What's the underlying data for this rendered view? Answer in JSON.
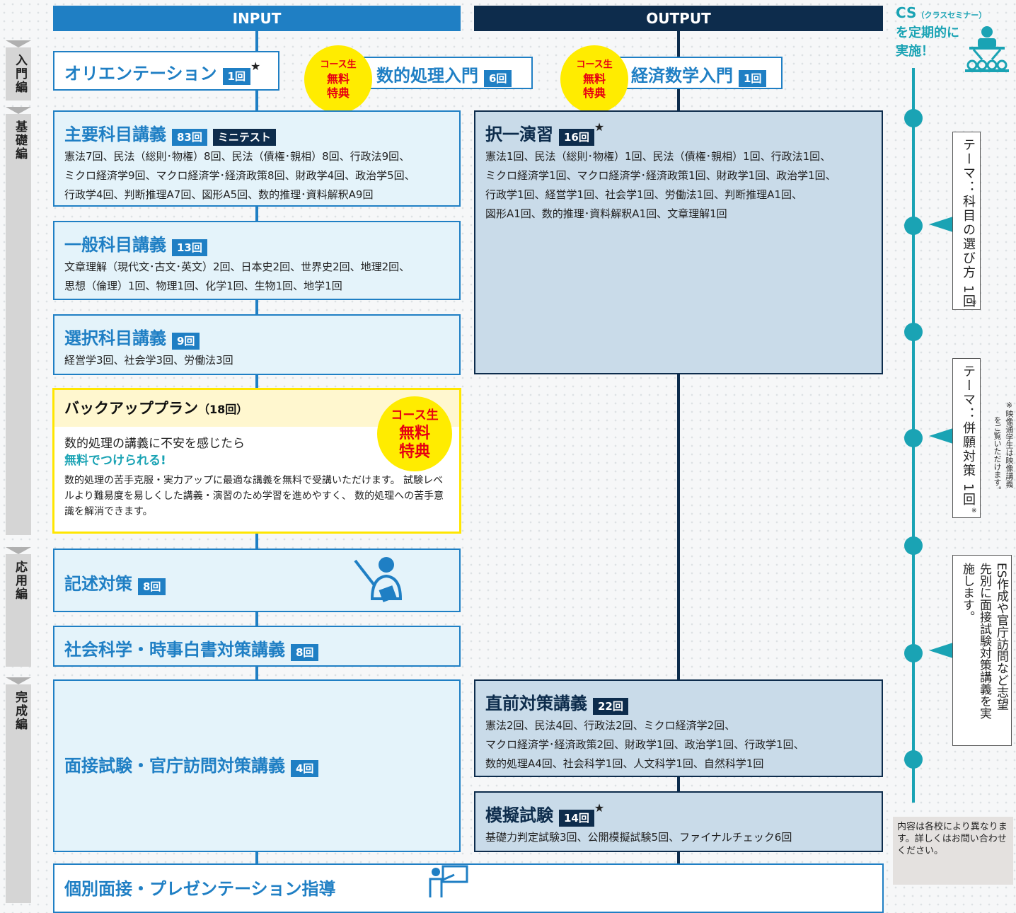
{
  "headers": {
    "input": "INPUT",
    "output": "OUTPUT"
  },
  "cs": {
    "title": "CS",
    "subtitle": "（クラスセミナー）",
    "line1": "を定期的に",
    "line2": "実施！"
  },
  "stages": [
    "入門編",
    "基礎編",
    "応用編",
    "完成編"
  ],
  "perk": {
    "line1": "コース生",
    "line2": "無料",
    "line3": "特典"
  },
  "orientation": {
    "title": "オリエンテーション",
    "count": "1回",
    "star": "★"
  },
  "math_intro": {
    "title": "数的処理入門",
    "count": "6回"
  },
  "econ_intro": {
    "title": "経済数学入門",
    "count": "1回"
  },
  "main_lecture": {
    "title": "主要科目講義",
    "count": "83回",
    "tag": "ミニテスト",
    "lines": [
      "憲法7回、民法（総則･物権）8回、民法（債権･親相）8回、行政法9回、",
      "ミクロ経済学9回、マクロ経済学･経済政策8回、財政学4回、政治学5回、",
      "行政学4回、判断推理A7回、図形A5回、数的推理･資料解釈A9回"
    ]
  },
  "general_lecture": {
    "title": "一般科目講義",
    "count": "13回",
    "lines": [
      "文章理解（現代文･古文･英文）2回、日本史2回、世界史2回、地理2回、",
      "思想（倫理）1回、物理1回、化学1回、生物1回、地学1回"
    ]
  },
  "elective_lecture": {
    "title": "選択科目講義",
    "count": "9回",
    "lines": [
      "経営学3回、社会学3回、労働法3回"
    ]
  },
  "backup": {
    "title": "バックアッププラン",
    "count": "（18回）",
    "lead": "数的処理の講義に不安を感じたら",
    "highlight": "無料でつけられる!",
    "body": "数的処理の苦手克服・実力アップに最適な講義を無料で受講いただけます。 試験レベルより難易度を易しくした講義・演習のため学習を進めやすく、 数的処理への苦手意識を解消できます。"
  },
  "essay": {
    "title": "記述対策",
    "count": "8回"
  },
  "social": {
    "title": "社会科学・時事白書対策講義",
    "count": "8回"
  },
  "interview": {
    "title": "面接試験・官庁訪問対策講義",
    "count": "4回"
  },
  "individual": {
    "title": "個別面接・プレゼンテーション指導"
  },
  "choice_practice": {
    "title": "択一演習",
    "count": "16回",
    "star": "★",
    "lines": [
      "憲法1回、民法（総則･物権）1回、民法（債権･親相）1回、行政法1回、",
      "ミクロ経済学1回、マクロ経済学･経済政策1回、財政学1回、政治学1回、",
      "行政学1回、経営学1回、社会学1回、労働法1回、判断推理A1回、",
      "図形A1回、数的推理･資料解釈A1回、文章理解1回"
    ]
  },
  "final_lecture": {
    "title": "直前対策講義",
    "count": "22回",
    "lines": [
      "憲法2回、民法4回、行政法2回、ミクロ経済学2回、",
      "マクロ経済学･経済政策2回、財政学1回、政治学1回、行政学1回、",
      "数的処理A4回、社会科学1回、人文科学1回、自然科学1回"
    ]
  },
  "mock_exam": {
    "title": "模擬試験",
    "count": "14回",
    "star": "★",
    "lines": [
      "基礎力判定試験3回、公開模擬試験5回、ファイナルチェック6回"
    ]
  },
  "themes": {
    "t1": "テーマ：科目の選び方 1回",
    "t1_mark": "※",
    "t2": "テーマ：併願対策 1回",
    "t2_mark": "※",
    "t3a": "ES作成や官庁訪問など志望",
    "t3b": "先別に面接試験対策講義を実",
    "t3c": "施します。"
  },
  "footnote": {
    "line1": "※映像通学生は映像講義",
    "line2": "をご覧いただけます。"
  },
  "note": "内容は各校により異なります。詳しくはお問い合わせください。",
  "colors": {
    "input": "#1f7fc4",
    "output": "#0d2c4c",
    "cs": "#1aa3b4",
    "perk": "#ffec00",
    "perk_text": "#e60012"
  }
}
